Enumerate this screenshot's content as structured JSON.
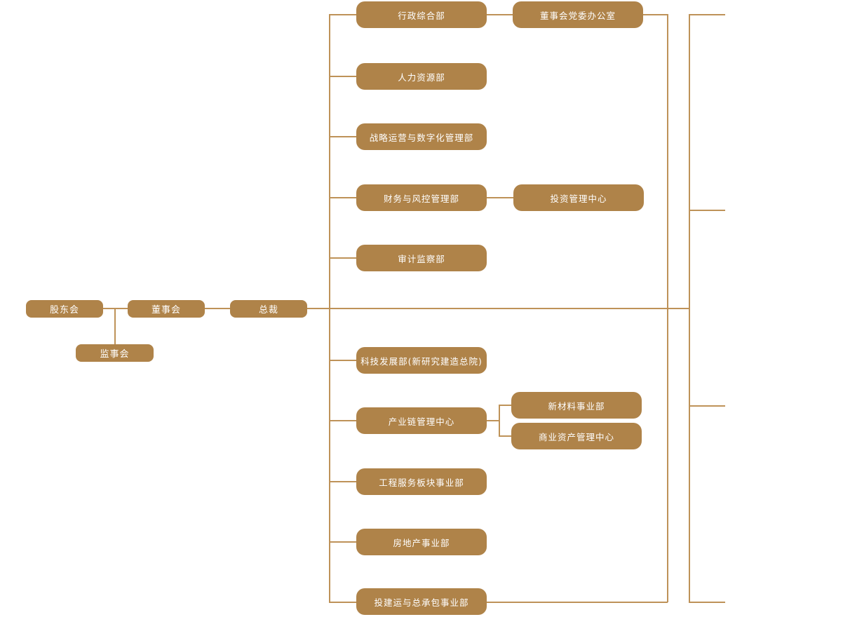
{
  "colors": {
    "node-fill": "#AF8349",
    "line-color": "#BE9258",
    "text-color": "#FFFFFF",
    "background": "#FFFFFF"
  },
  "nodes": {
    "shareholders": {
      "label": "股东会"
    },
    "board": {
      "label": "董事会"
    },
    "president": {
      "label": "总裁"
    },
    "supervisory": {
      "label": "监事会"
    },
    "admin": {
      "label": "行政综合部"
    },
    "party_office": {
      "label": "董事会党委办公室"
    },
    "hr": {
      "label": "人力资源部"
    },
    "strategy": {
      "label": "战略运营与数字化管理部"
    },
    "finance": {
      "label": "财务与风控管理部"
    },
    "investment": {
      "label": "投资管理中心"
    },
    "audit": {
      "label": "审计监察部"
    },
    "tech": {
      "label": "科技发展部(新研究建造总院)"
    },
    "industry_chain": {
      "label": "产业链管理中心"
    },
    "new_materials": {
      "label": "新材料事业部"
    },
    "commercial_assets": {
      "label": "商业资产管理中心"
    },
    "engineering": {
      "label": "工程服务板块事业部"
    },
    "real_estate": {
      "label": "房地产事业部"
    },
    "epc": {
      "label": "投建运与总承包事业部"
    }
  }
}
